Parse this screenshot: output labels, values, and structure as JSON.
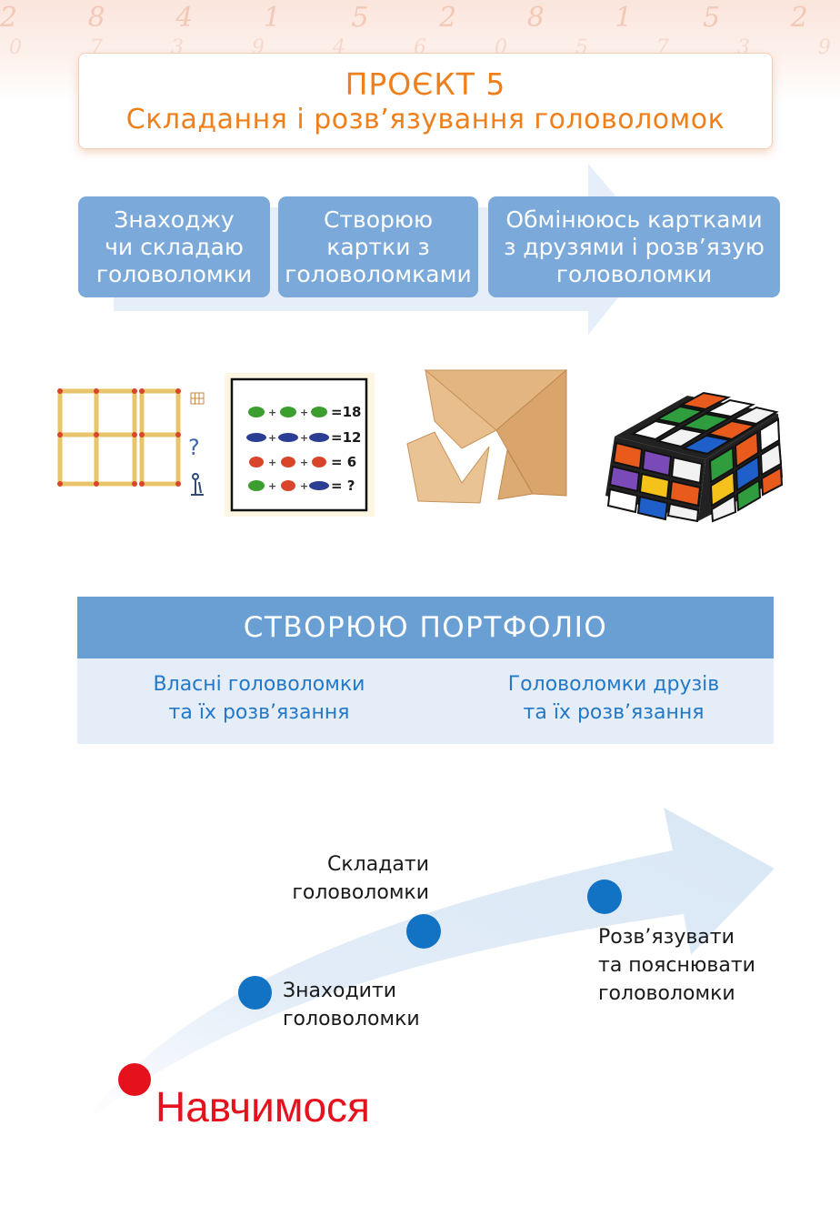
{
  "colors": {
    "title": "#ef7f1a",
    "step_box": "#7ba9d9",
    "portfolio_header": "#6a9fd3",
    "portfolio_body": "#e5eef8",
    "portfolio_text": "#2378c8",
    "accent_red": "#e5121e",
    "accent_blue": "#1272c4"
  },
  "header": {
    "title": "ПРОЄКТ 5",
    "subtitle": "Складання і розв’язування головоломок"
  },
  "steps": [
    {
      "label": "Знаходжу\nчи складаю\nголоволомки"
    },
    {
      "label": "Створюю\nкартки з\nголоволомками"
    },
    {
      "label": "Обмінююсь картками\nз друзями і розв’язую\nголоволомки"
    }
  ],
  "puzzles": {
    "matches_icons": [
      "grid-icon",
      "question-icon",
      "figure-icon"
    ],
    "matches_question": "?",
    "equations": [
      {
        "result": "=18"
      },
      {
        "result": "=12"
      },
      {
        "result": "= 6"
      },
      {
        "result": "= ?"
      }
    ]
  },
  "portfolio": {
    "title": "СТВОРЮЮ ПОРТФОЛІО",
    "items": [
      {
        "label": "Власні головоломки\nта їх розв’язання"
      },
      {
        "label": "Головоломки друзів\nта їх розв’язання"
      }
    ]
  },
  "learn": {
    "title": "Навчимося",
    "skills": [
      {
        "label": "Знаходити\nголоволомки"
      },
      {
        "label": "Складати\nголоволомки"
      },
      {
        "label": "Розв’язувати\nта пояснювати\nголоволомки"
      }
    ]
  }
}
